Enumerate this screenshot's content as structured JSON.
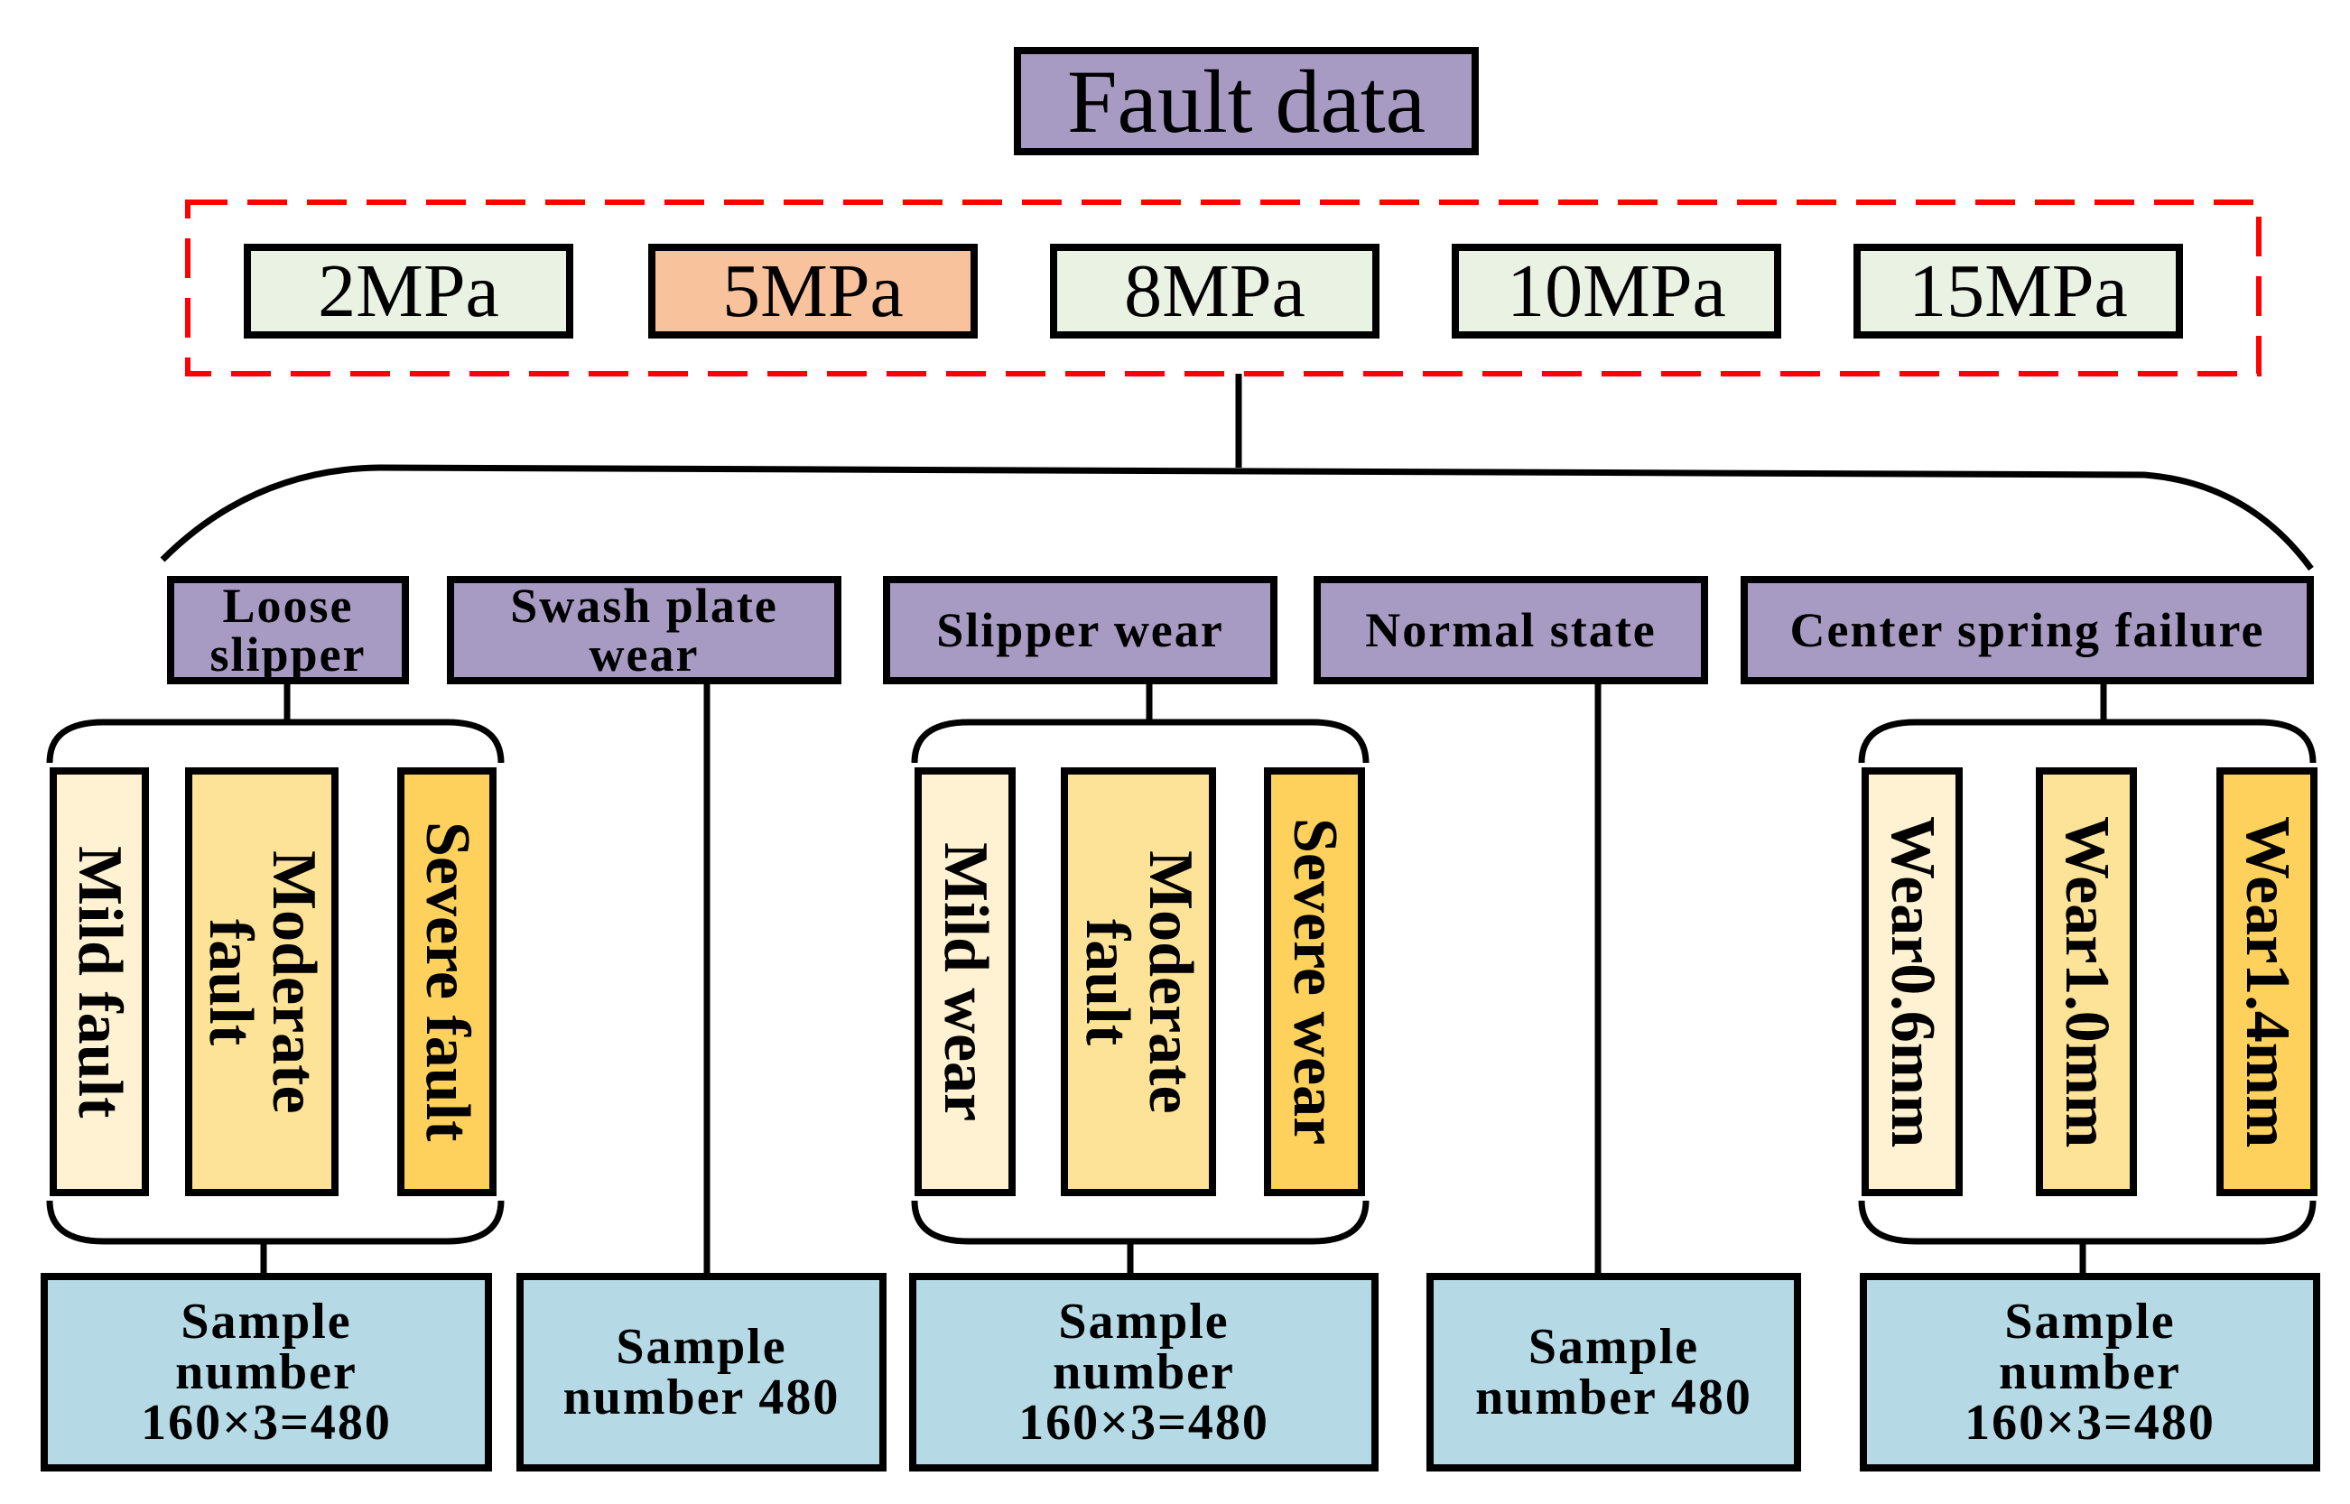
{
  "title": "Fault data",
  "colors": {
    "title_fill": "#a89bc3",
    "fault_fill": "#a89bc3",
    "pressure_fill": "#eaf2e3",
    "pressure_highlight": "#f7c29c",
    "sample_fill": "#b5dae6",
    "level_light": "#fff2d2",
    "level_medium": "#fde398",
    "level_dark": "#fdd15b",
    "dashed_border": "#ff0000"
  },
  "pressures": [
    {
      "label": "2MPa",
      "highlighted": false
    },
    {
      "label": "5MPa",
      "highlighted": true
    },
    {
      "label": "8MPa",
      "highlighted": false
    },
    {
      "label": "10MPa",
      "highlighted": false
    },
    {
      "label": "15MPa",
      "highlighted": false
    }
  ],
  "faults": [
    {
      "label": "Loose\nslipper",
      "levels": [
        "Mild fault",
        "Moderate\nfault",
        "Severe fault"
      ],
      "sample": "Sample\nnumber\n160×3=480"
    },
    {
      "label": "Swash plate\nwear",
      "levels": [],
      "sample": "Sample\nnumber 480"
    },
    {
      "label": "Slipper wear",
      "levels": [
        "Mild wear",
        "Moderate\nfault",
        "Severe wear"
      ],
      "sample": "Sample\nnumber\n160×3=480"
    },
    {
      "label": "Normal state",
      "levels": [],
      "sample": "Sample\nnumber 480"
    },
    {
      "label": "Center spring failure",
      "levels": [
        "Wear0.6mm",
        "Wear1.0mm",
        "Wear1.4mm"
      ],
      "sample": "Sample\nnumber\n160×3=480"
    }
  ]
}
